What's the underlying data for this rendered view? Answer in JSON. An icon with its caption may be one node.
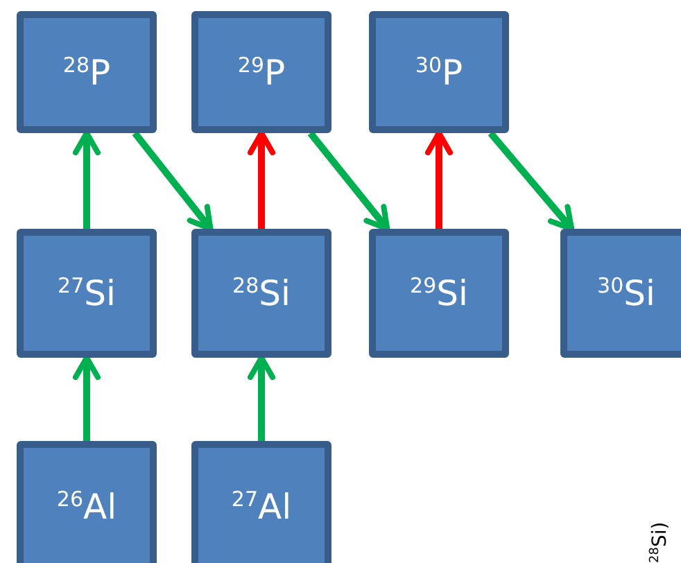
{
  "diagram": {
    "nodes": [
      {
        "text": [
          "$^{28}$P"
        ]
      },
      {
        "text": [
          "$^{29}$P"
        ]
      },
      {
        "text": [
          "$^{30}$P"
        ]
      },
      {
        "text": [
          "$^{27}$Si"
        ]
      },
      {
        "text": [
          "$^{28}$Si"
        ]
      },
      {
        "text": [
          "$^{29}$Si"
        ]
      },
      {
        "text": [
          "$^{30}$Si"
        ]
      },
      {
        "text": [
          "$^{26}$Al"
        ]
      },
      {
        "text": [
          "$^{27}$Al"
        ]
      }
    ],
    "edges": [
      {
        "from": 3,
        "to": 0,
        "arrow": "to"
      },
      {
        "from": 0,
        "to": 4,
        "arrow": "to"
      },
      {
        "from": 4,
        "to": 1,
        "arrow": "to",
        "color": "#ff0000"
      },
      {
        "from": 1,
        "to": 5,
        "arrow": "to"
      },
      {
        "from": 5,
        "to": 2,
        "arrow": "to",
        "color": "#ff0000"
      },
      {
        "from": 2,
        "to": 6,
        "arrow": "to"
      },
      {
        "from": 7,
        "to": 3,
        "arrow": "to"
      },
      {
        "from": 8,
        "to": 4,
        "arrow": "to"
      }
    ],
    "labels": [
      "$^{28}$Si)"
    ]
  }
}
